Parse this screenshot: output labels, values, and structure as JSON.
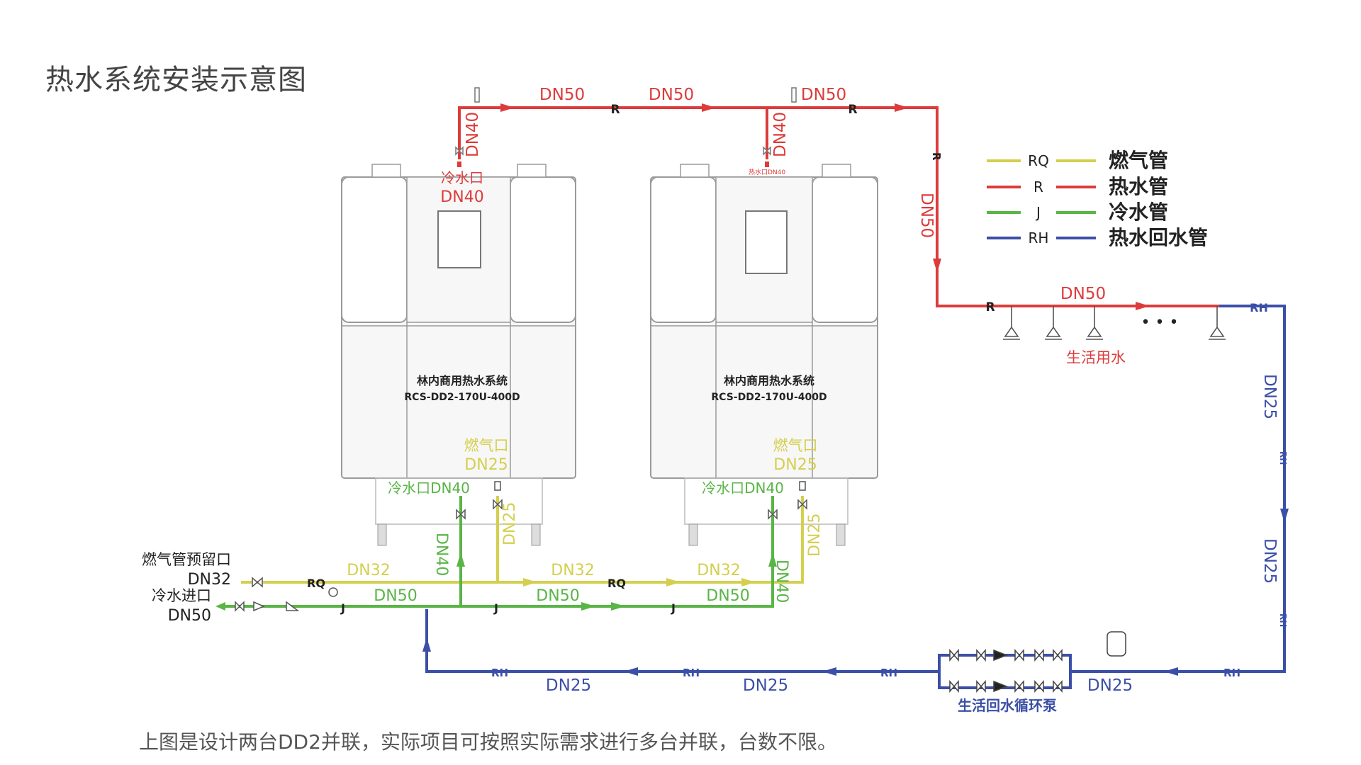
{
  "title": "热水系统安装示意图",
  "footnote": "上图是设计两台DD2并联，实际项目可按照实际需求进行多台并联，台数不限。",
  "colors": {
    "gas": "#d4cf4e",
    "hot": "#dd3b3b",
    "cold": "#59b546",
    "return": "#3b4fa6",
    "unit_stroke": "#9a9a9a",
    "unit_fill": "#f7f7f7"
  },
  "legend": [
    {
      "code": "RQ",
      "label": "燃气管",
      "color": "#d4cf4e"
    },
    {
      "code": "R",
      "label": "热水管",
      "color": "#dd3b3b"
    },
    {
      "code": "J",
      "label": "冷水管",
      "color": "#59b546"
    },
    {
      "code": "RH",
      "label": "热水回水管",
      "color": "#3b4fa6"
    }
  ],
  "units": [
    {
      "name": "林内商用热水系统",
      "model": "RCS-DD2-170U-400D",
      "top_label": "冷水口",
      "top_size": "DN40",
      "top_small": "热水口DN40",
      "gas_label": "燃气口",
      "gas_size": "DN25",
      "cold_label": "冷水口DN40"
    },
    {
      "name": "林内商用热水系统",
      "model": "RCS-DD2-170U-400D",
      "gas_label": "燃气口",
      "gas_size": "DN25",
      "cold_label": "冷水口DN40"
    }
  ],
  "labels": {
    "dn50": "DN50",
    "dn40": "DN40",
    "dn32": "DN32",
    "dn25": "DN25",
    "r": "R",
    "rq": "RQ",
    "j": "J",
    "rh": "RH",
    "domestic_water": "生活用水",
    "dots": "• • •",
    "gas_inlet": "燃气管预留口",
    "gas_inlet_size": "DN32",
    "cold_inlet": "冷水进口",
    "cold_inlet_size": "DN50",
    "pump": "生活回水循环泵"
  }
}
